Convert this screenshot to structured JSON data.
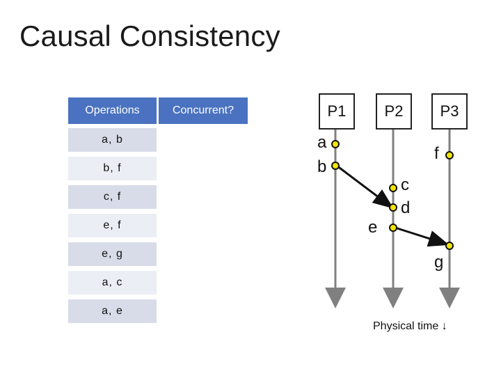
{
  "title": "Causal Consistency",
  "table": {
    "headers": [
      "Operations",
      "Concurrent?"
    ],
    "rows": [
      "a, b",
      "b, f",
      "c, f",
      "e, f",
      "e, g",
      "a, c",
      "a, e"
    ]
  },
  "processes": [
    "P1",
    "P2",
    "P3"
  ],
  "events": {
    "a": "a",
    "b": "b",
    "c": "c",
    "d": "d",
    "e": "e",
    "f": "f",
    "g": "g"
  },
  "caption": "Physical time ↓",
  "colors": {
    "header_bg": "#4a72c0",
    "row_bg": "#d8dbe8",
    "row_alt_bg": "#eceef5",
    "timeline": "#808080",
    "event_fill": "#f2e600",
    "message": "#111111"
  }
}
